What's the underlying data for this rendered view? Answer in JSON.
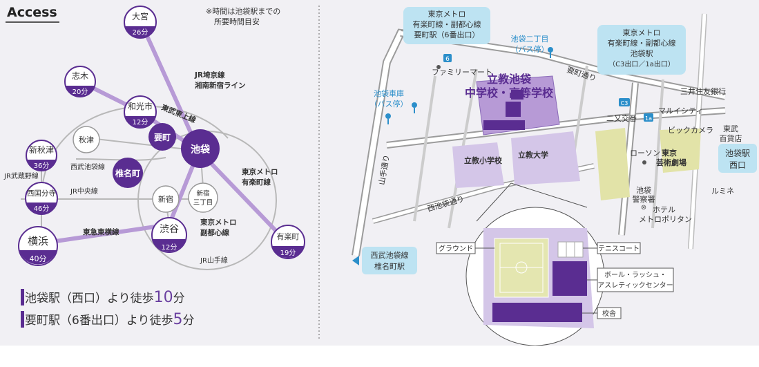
{
  "title": "Access",
  "note_lines": [
    "※時間は池袋駅までの",
    "所要時間目安"
  ],
  "stations": {
    "omiya": {
      "name": "大宮",
      "time": "26分"
    },
    "shiki": {
      "name": "志木",
      "time": "20分"
    },
    "wakoshi": {
      "name": "和光市",
      "time": "12分"
    },
    "kanamecho": {
      "name": "要町"
    },
    "ikebukuro": {
      "name": "池袋"
    },
    "akitsu": {
      "name": "秋津"
    },
    "shiinamachi": {
      "name": "椎名町"
    },
    "shinakitsu": {
      "name": "新秋津",
      "time": "36分"
    },
    "nishikokubunji": {
      "name": "西国分寺",
      "time": "46分"
    },
    "shinjuku": {
      "name": "新宿"
    },
    "shinjuku3": {
      "name": "新宿\n三丁目",
      "line1": "新宿",
      "line2": "三丁目"
    },
    "shibuya": {
      "name": "渋谷",
      "time": "12分"
    },
    "yokohama": {
      "name": "横浜",
      "time": "40分"
    },
    "yurakucho": {
      "name": "有楽町",
      "time": "19分"
    }
  },
  "lines": {
    "saikyo": [
      "JR埼京線",
      "湘南新宿ライン"
    ],
    "tojo": "東武東上線",
    "seibu_ikebukuro": "西武池袋線",
    "musashino": "JR武蔵野線",
    "chuo": "JR中央線",
    "tokyu_toyoko": "東急東横線",
    "metro_yurakucho": [
      "東京メトロ",
      "有楽町線"
    ],
    "metro_fukutoshin": [
      "東京メトロ",
      "副都心線"
    ],
    "yamanote": "JR山手線"
  },
  "walk": [
    {
      "prefix": "池袋駅（西口）より徒歩",
      "num": "10",
      "suffix": "分"
    },
    {
      "prefix": "要町駅（6番出口）より徒歩",
      "num": "5",
      "suffix": "分"
    }
  ],
  "map": {
    "box_kanamecho": [
      "東京メトロ",
      "有楽町線・副都心線",
      "要町駅（6番出口）"
    ],
    "box_ikebukuro_metro": [
      "東京メトロ",
      "有楽町線・副都心線",
      "池袋駅",
      "（C3出口／1a出口）"
    ],
    "bus_nichome": [
      "池袋二丁目",
      "（バス停）"
    ],
    "bus_shako": [
      "池袋車庫",
      "（バス停）"
    ],
    "school_name": [
      "立教池袋",
      "中学校・高等学校"
    ],
    "rikkyo_elementary": "立教小学校",
    "rikkyo_university": "立教大学",
    "familymart": "ファミリーマート",
    "kaname_dori": "要町通り",
    "yamate_dori": "山手通り",
    "nishiikebukuro_dori": "西池袋通り",
    "futamata": "二又交番",
    "marui": "マルイシティ",
    "mitsui": "三井住友銀行",
    "bic": "ビックカメラ",
    "tobu_dept": [
      "東武",
      "百貨店"
    ],
    "west_exit": [
      "池袋駅",
      "西口"
    ],
    "lawson": "ローソン",
    "geigeki": [
      "東京",
      "芸術劇場"
    ],
    "lumine": "ルミネ",
    "police": [
      "池袋",
      "警察署"
    ],
    "hotel": [
      "ホテル",
      "メトロポリタン"
    ],
    "seibu_shiina": [
      "西武池袋線",
      "椎名町駅"
    ],
    "exit_6": "6",
    "exit_c3": "C3",
    "exit_1a": "1a"
  },
  "campus_legend": {
    "ground": "グラウンド",
    "tennis": "テニスコート",
    "ball": [
      "ボール・ラッシュ・",
      "アスレティックセンター"
    ],
    "building": "校舎"
  },
  "colors": {
    "purple": "#5a2d91",
    "line_purple": "#b79ad6",
    "gray_line": "#b0b0b0",
    "box_bg": "#bde3f2",
    "blue": "#2c8fca"
  }
}
